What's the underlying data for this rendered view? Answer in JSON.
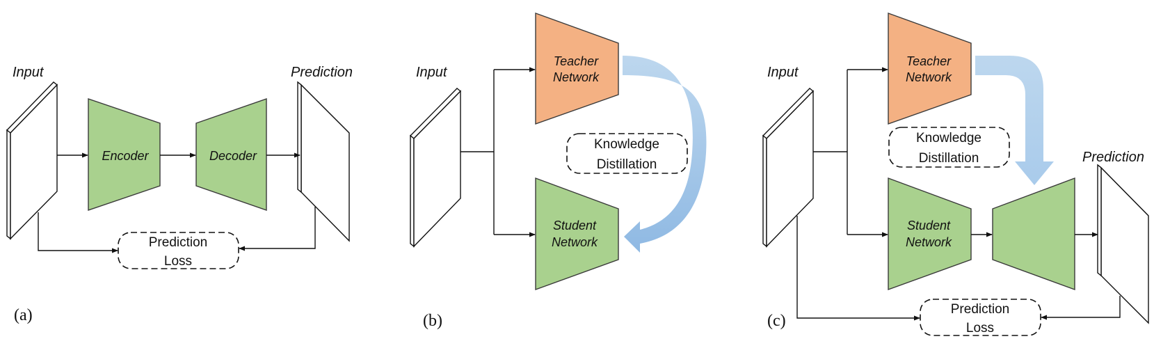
{
  "panel_a": {
    "input_label": "Input",
    "prediction_label": "Prediction",
    "encoder_label": "Encoder",
    "decoder_label": "Decoder",
    "loss_line1": "Prediction",
    "loss_line2": "Loss",
    "caption": "(a)"
  },
  "panel_b": {
    "input_label": "Input",
    "teacher_line1": "Teacher",
    "teacher_line2": "Network",
    "student_line1": "Student",
    "student_line2": "Network",
    "kd_line1": "Knowledge",
    "kd_line2": "Distillation",
    "caption": "(b)"
  },
  "panel_c": {
    "input_label": "Input",
    "prediction_label": "Prediction",
    "teacher_line1": "Teacher",
    "teacher_line2": "Network",
    "student_line1": "Student",
    "student_line2": "Network",
    "kd_line1": "Knowledge",
    "kd_line2": "Distillation",
    "loss_line1": "Prediction",
    "loss_line2": "Loss",
    "caption": "(c)"
  },
  "colors": {
    "green_block": "#a9d18e",
    "orange_block": "#f4b183",
    "kd_arrow": "#9dc3e6"
  }
}
